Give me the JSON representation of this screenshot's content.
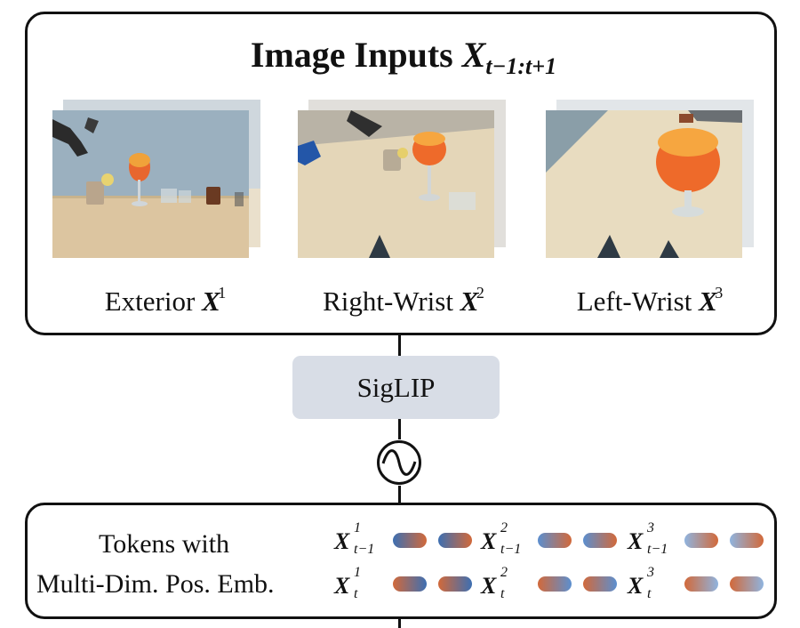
{
  "title": {
    "main": "Image Inputs",
    "var": "X",
    "sub": "t−1:t+1"
  },
  "cameras": [
    {
      "label": "Exterior",
      "var": "X",
      "dot": ".",
      "sup": "1"
    },
    {
      "label": "Right-Wrist",
      "var": "X",
      "dot": ".",
      "sup": "2"
    },
    {
      "label": "Left-Wrist",
      "var": "X",
      "dot": ".",
      "sup": "3"
    }
  ],
  "encoder": {
    "label": "SigLIP"
  },
  "tokens": {
    "label_line1": "Tokens with",
    "label_line2": "Multi-Dim. Pos. Emb.",
    "rows": [
      {
        "items": [
          {
            "var": "X",
            "sup": "1",
            "sub": "t−1"
          },
          {
            "var": "X",
            "sup": "2",
            "sub": "t−1"
          },
          {
            "var": "X",
            "sup": "3",
            "sub": "t−1"
          }
        ]
      },
      {
        "items": [
          {
            "var": "X",
            "sup": "1",
            "sub": "t"
          },
          {
            "var": "X",
            "sup": "2",
            "sub": "t"
          },
          {
            "var": "X",
            "sup": "3",
            "sub": "t"
          }
        ]
      }
    ]
  },
  "colors": {
    "orange": "#d2693a",
    "blue_dark": "#3d6fb2",
    "blue_mid": "#5b8fd0",
    "blue_light": "#8fb4df",
    "encoder_fill": "#d8dde6"
  }
}
